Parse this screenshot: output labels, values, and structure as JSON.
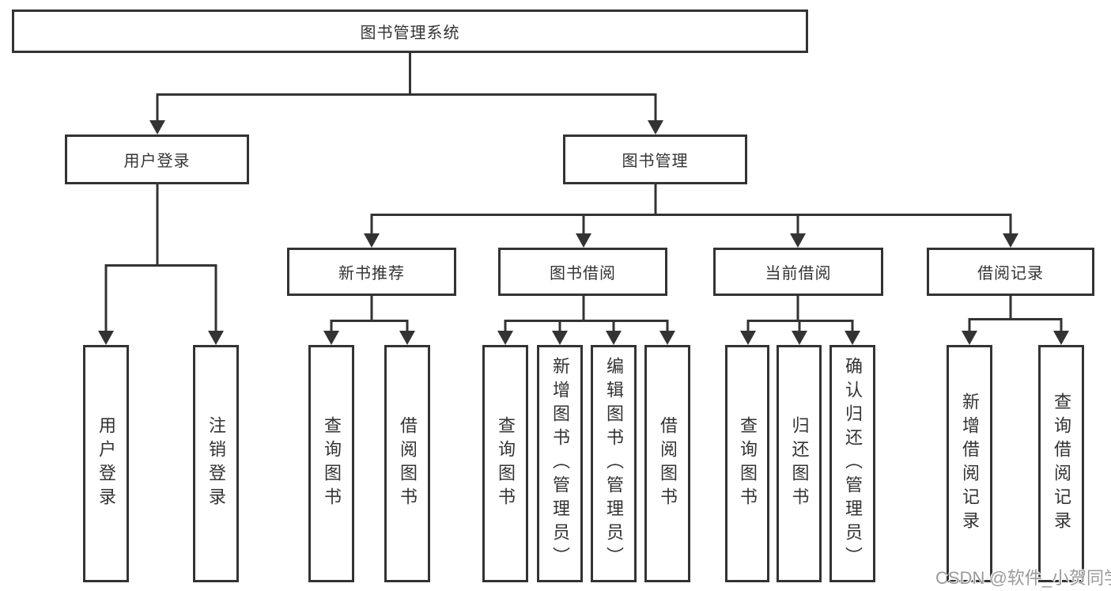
{
  "tree": {
    "root": "图书管理系统",
    "branches": [
      {
        "label": "用户登录",
        "children": [
          "用户登录",
          "注销登录"
        ]
      },
      {
        "label": "图书管理",
        "sections": [
          {
            "label": "新书推荐",
            "children": [
              "查询图书",
              "借阅图书"
            ]
          },
          {
            "label": "图书借阅",
            "children": [
              "查询图书",
              "新增图书（管理员）",
              "编辑图书（管理员）",
              "借阅图书"
            ]
          },
          {
            "label": "当前借阅",
            "children": [
              "查询图书",
              "归还图书",
              "确认归还（管理员）"
            ]
          },
          {
            "label": "借阅记录",
            "children": [
              "新增借阅记录",
              "查询借阅记录"
            ]
          }
        ]
      }
    ]
  },
  "watermark": {
    "text": "CSDN @软件_小贺同学"
  },
  "colors": {
    "line": "#333333",
    "text": "#333333",
    "background": "#ffffff",
    "watermark": "#9a9a9a"
  }
}
